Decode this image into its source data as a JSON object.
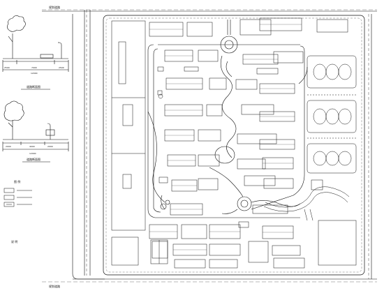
{
  "sections": {
    "section_a": {
      "dims": [
        "2500",
        "7000",
        "2500"
      ],
      "total": "12000",
      "caption": "道路断面图"
    },
    "section_b": {
      "dims": [
        "2000",
        "4000",
        "2000"
      ],
      "total": "12000",
      "caption": "道路断面图"
    }
  },
  "legend": {
    "title": "图 例",
    "items": [
      "",
      "",
      ""
    ]
  },
  "bottom_note": "说 明",
  "roads": {
    "top_label": "规划道路",
    "bottom_label": "规划道路"
  },
  "colors": {
    "ink": "#111111",
    "paper": "#ffffff"
  }
}
